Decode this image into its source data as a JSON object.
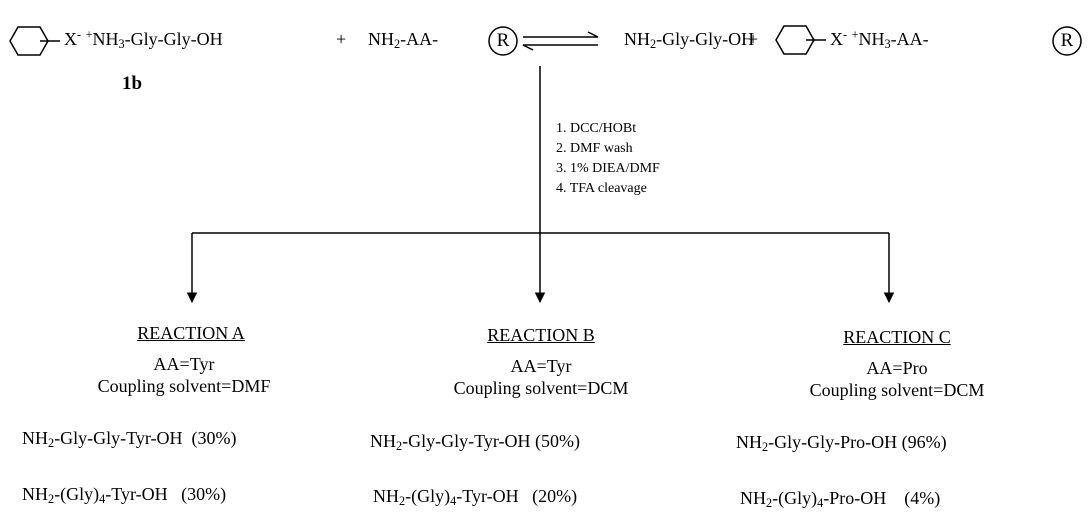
{
  "equation": {
    "reactant1_counterion": "X",
    "reactant1_charge_minus": "-",
    "reactant1_charge_plus": "+",
    "reactant1_amine": "NH",
    "reactant1_amine_sub": "3",
    "reactant1_peptide": "-Gly-Gly-OH",
    "plus_sign": "+",
    "reactant2_amine": "NH",
    "reactant2_amine_sub": "2",
    "reactant2_residue": "-AA-",
    "resin_symbol": "R",
    "product1_amine": "NH",
    "product1_amine_sub": "2",
    "product1_peptide": "-Gly-Gly-OH",
    "product2_counterion": "X",
    "product2_charge_minus": "-",
    "product2_charge_plus": "+",
    "product2_amine": "NH",
    "product2_amine_sub": "3",
    "product2_residue": "-AA-",
    "compound_label": "1b"
  },
  "conditions": [
    "1. DCC/HOBt",
    "2. DMF wash",
    "3. 1% DIEA/DMF",
    "4. TFA cleavage"
  ],
  "reactions": [
    {
      "title": "REACTION A",
      "aa_line": "AA=Tyr",
      "solvent_line": "Coupling solvent=DMF",
      "products": [
        {
          "prefix": "NH",
          "sub": "2",
          "mid": "-Gly-Gly-Tyr-OH",
          "mid_sub": "",
          "suffix": "",
          "yield": "(30%)"
        },
        {
          "prefix": "NH",
          "sub": "2",
          "mid": "-(Gly)",
          "mid_sub": "4",
          "suffix": "-Tyr-OH",
          "yield": "(30%)"
        }
      ]
    },
    {
      "title": "REACTION B",
      "aa_line": "AA=Tyr",
      "solvent_line": "Coupling solvent=DCM",
      "products": [
        {
          "prefix": "NH",
          "sub": "2",
          "mid": "-Gly-Gly-Tyr-OH",
          "mid_sub": "",
          "suffix": "",
          "yield": "(50%)"
        },
        {
          "prefix": "NH",
          "sub": "2",
          "mid": "-(Gly)",
          "mid_sub": "4",
          "suffix": "-Tyr-OH",
          "yield": "(20%)"
        }
      ]
    },
    {
      "title": "REACTION C",
      "aa_line": "AA=Pro",
      "solvent_line": "Coupling solvent=DCM",
      "products": [
        {
          "prefix": "NH",
          "sub": "2",
          "mid": "-Gly-Gly-Pro-OH",
          "mid_sub": "",
          "suffix": "",
          "yield": "(96%)"
        },
        {
          "prefix": "NH",
          "sub": "2",
          "mid": "-(Gly)",
          "mid_sub": "4",
          "suffix": "-Pro-OH",
          "yield": "(4%)"
        }
      ]
    }
  ]
}
